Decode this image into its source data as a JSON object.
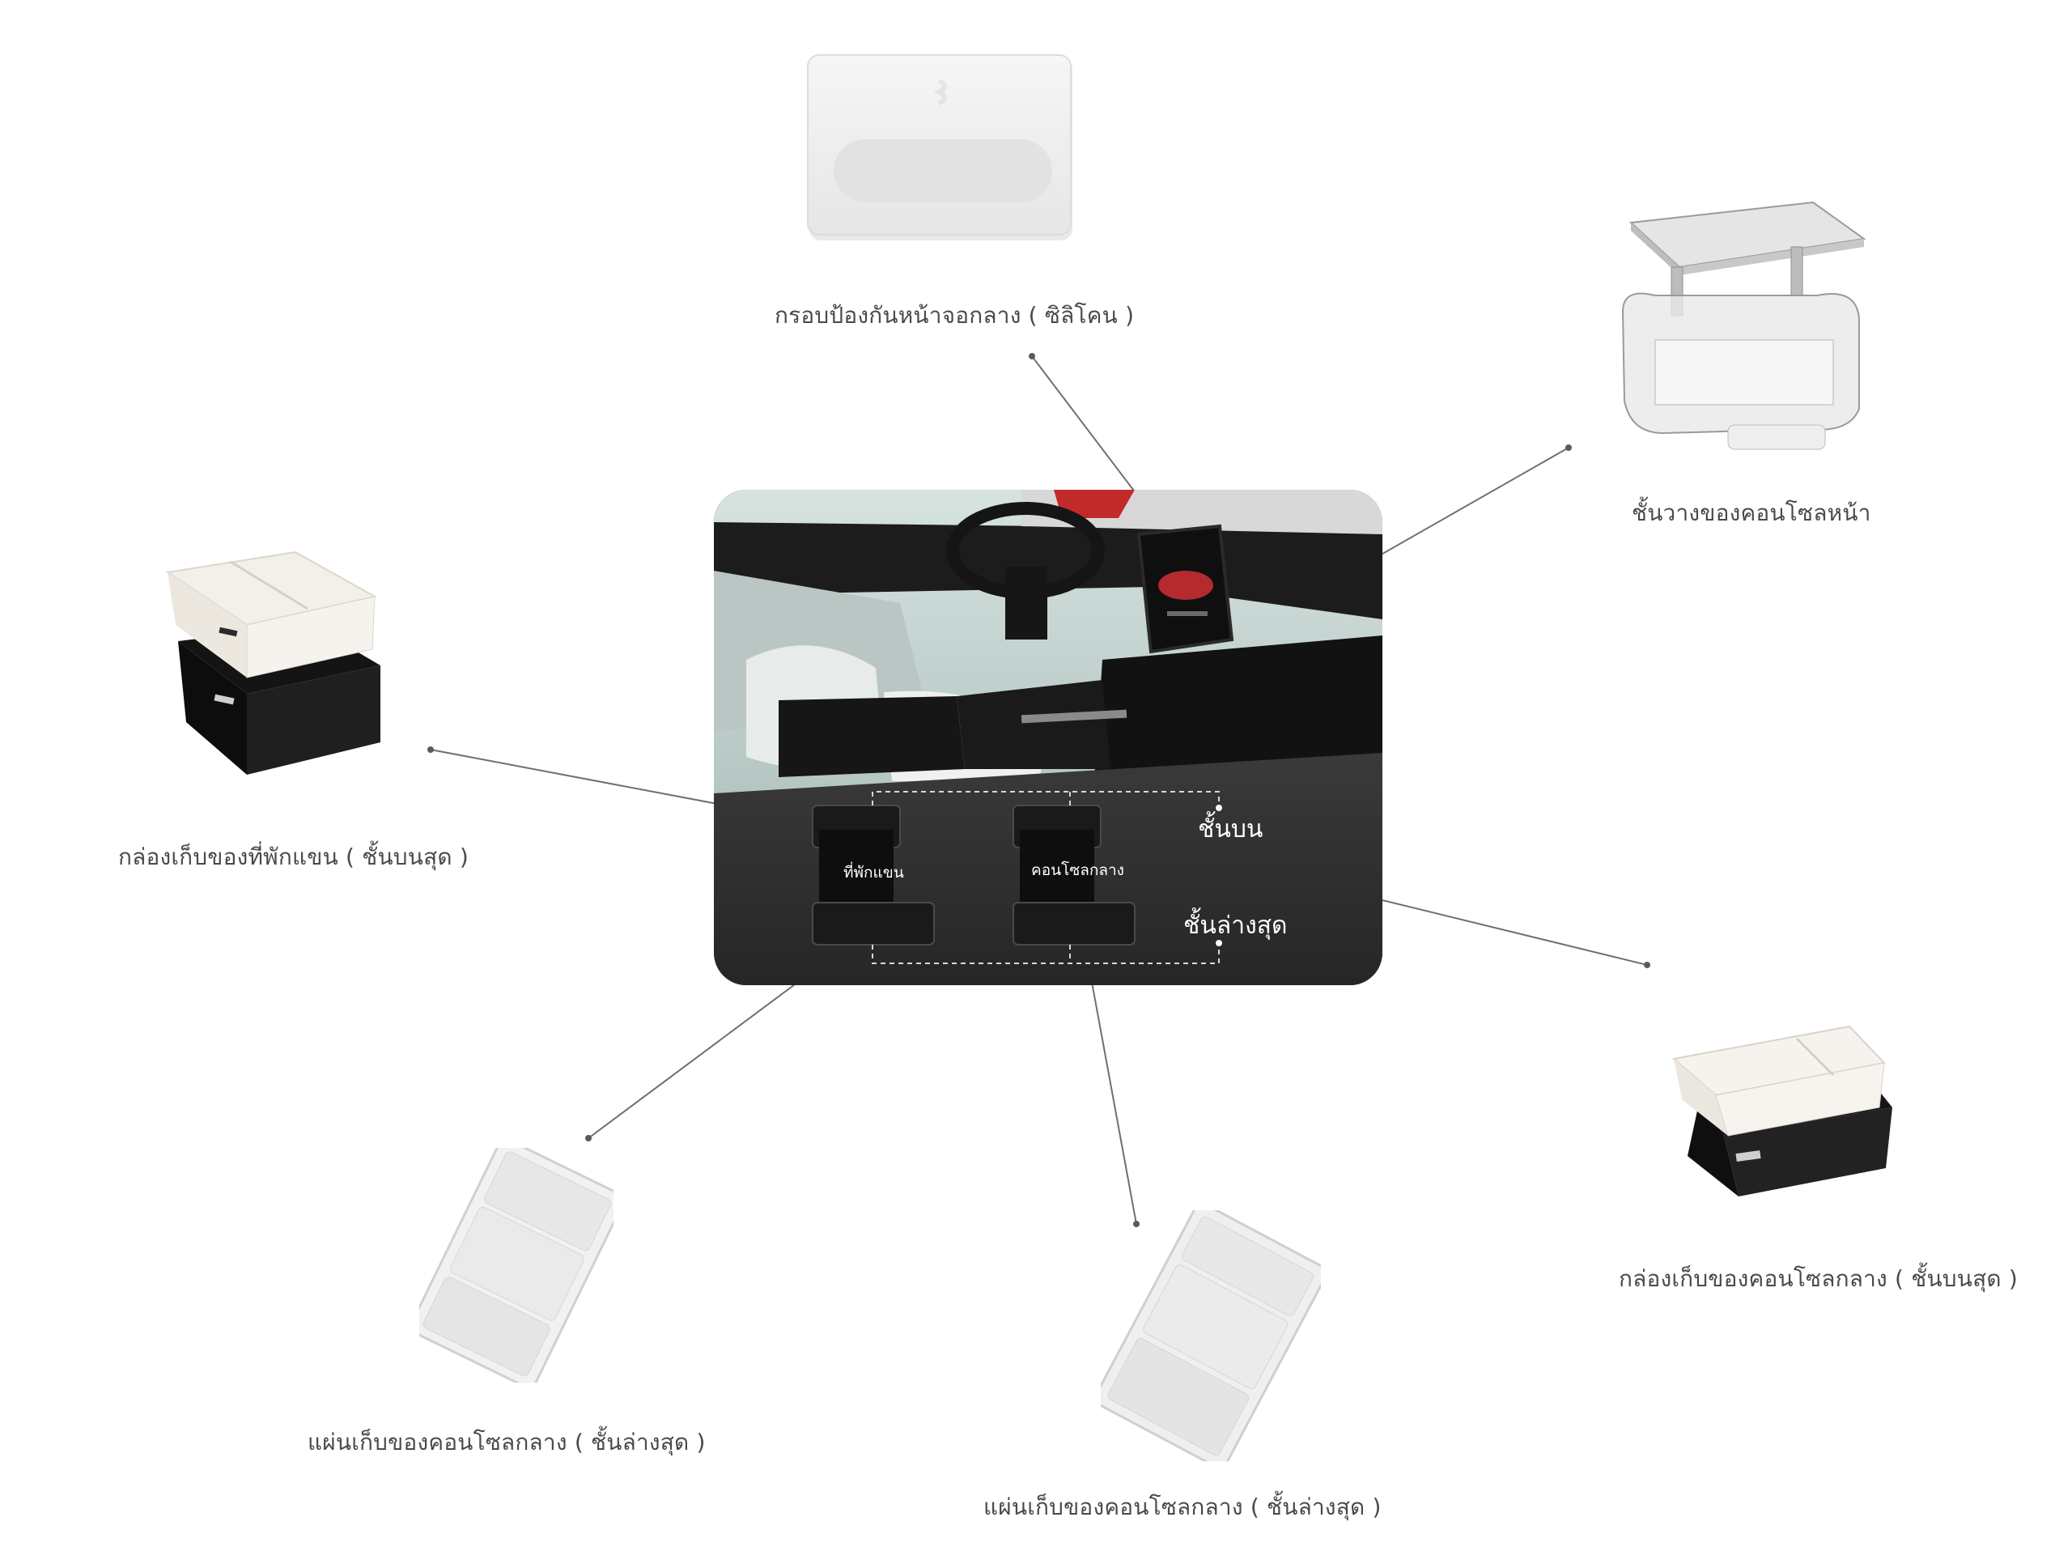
{
  "products": [
    {
      "id": "screen-frame",
      "caption": "กรอบป้องกันหน้าจอกลาง ( ซิลิโคน )"
    },
    {
      "id": "front-shelf",
      "caption": "ชั้นวางของคอนโซลหน้า"
    },
    {
      "id": "armrest-box",
      "caption": "กล่องเก็บของที่พักแขน ( ชั้นบนสุด )"
    },
    {
      "id": "console-box",
      "caption": "กล่องเก็บของคอนโซลกลาง ( ชั้นบนสุด )"
    },
    {
      "id": "tray-left",
      "caption": "แผ่นเก็บของคอนโซลกลาง ( ชั้นล่างสุด )"
    },
    {
      "id": "tray-center",
      "caption": "แผ่นเก็บของคอนโซลกลาง ( ชั้นล่างสุด )"
    }
  ],
  "hero": {
    "armrest_label": "ที่พักแขน",
    "console_label": "คอนโซลกลาง",
    "upper_tier_label": "ชั้นบน",
    "lower_tier_label": "ชั้นล่างสุด"
  }
}
